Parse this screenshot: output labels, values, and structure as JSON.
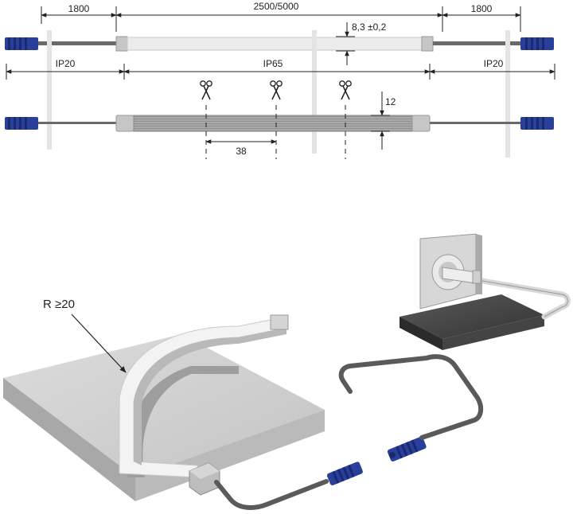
{
  "top_diagram": {
    "dims": {
      "lead_left": "1800",
      "strip_length": "2500/5000",
      "lead_right": "1800",
      "thickness": "8,3 ±0,2"
    },
    "zones": {
      "left": "IP20",
      "middle": "IP65",
      "right": "IP20"
    },
    "cut": {
      "pitch": "38",
      "width": "12",
      "icon": "scissors-icon"
    }
  },
  "bottom_illustration": {
    "bend_radius_label": "R ≥20"
  },
  "colors": {
    "connector": "#2a3f9a",
    "cable": "#6a6a6a",
    "strip_light": "#ececec",
    "strip_dark": "#a6a6a6",
    "dim_line": "#222222"
  }
}
